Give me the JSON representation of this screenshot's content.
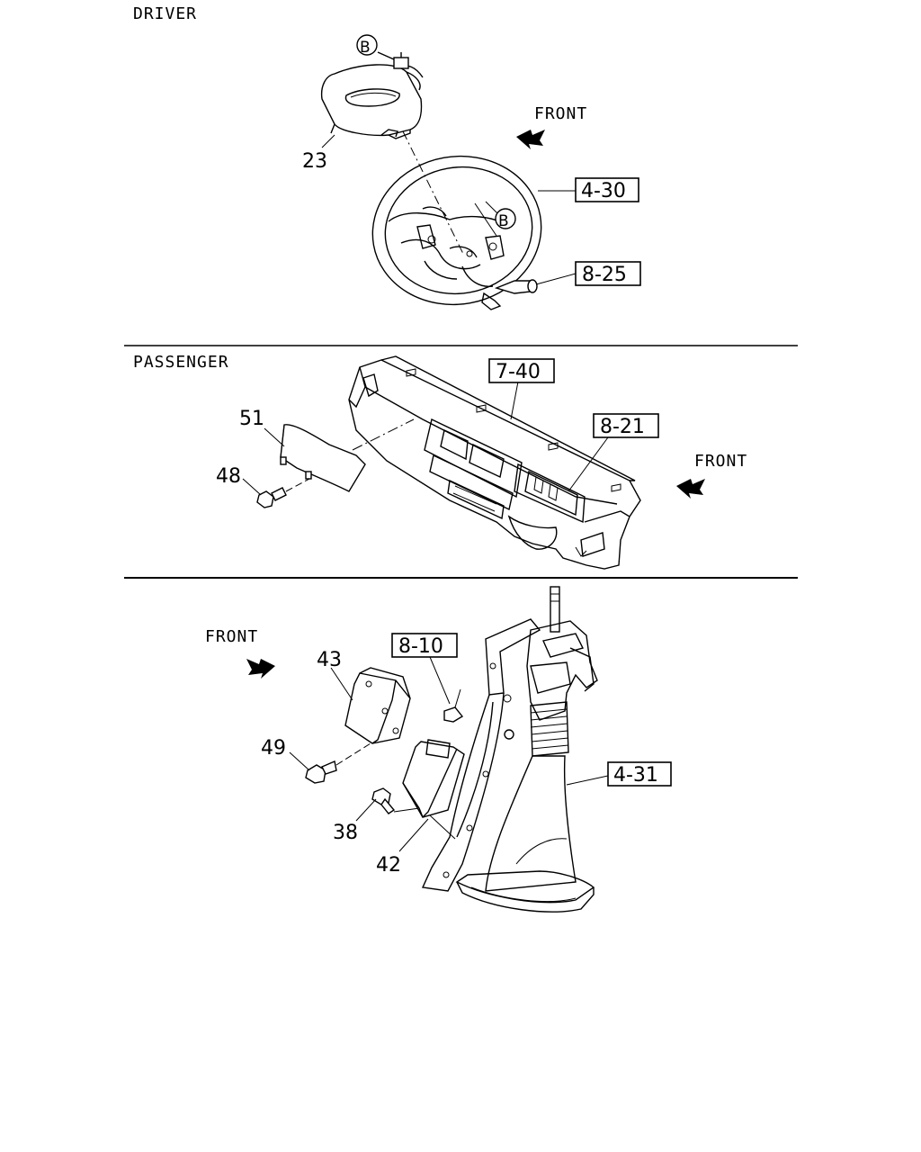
{
  "sections": {
    "driver": "DRIVER",
    "passenger": "PASSENGER"
  },
  "front_labels": {
    "a": "FRONT",
    "b": "FRONT",
    "c": "FRONT"
  },
  "connector_marks": {
    "b1": "B",
    "b2": "B"
  },
  "callouts": {
    "c23": "23",
    "c51": "51",
    "c48": "48",
    "c43": "43",
    "c49": "49",
    "c38": "38",
    "c42": "42"
  },
  "ref_boxes": {
    "r430": "4-30",
    "r825": "8-25",
    "r740": "7-40",
    "r821": "8-21",
    "r810": "8-10",
    "r431": "4-31"
  }
}
